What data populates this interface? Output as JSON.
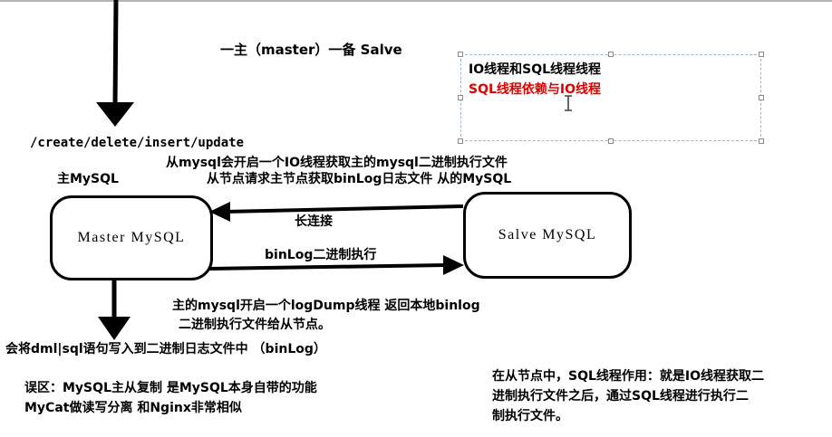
{
  "heading": {
    "text": "一主（master）一备 Salve"
  },
  "selection_box": {
    "line1": "IO线程和SQL线程线程",
    "line2": "SQL线程依赖与IO线程",
    "line2_color": "#e00000"
  },
  "left_labels": {
    "crud": "/create/delete/insert/update",
    "master_tag": "主MySQL"
  },
  "replication_notes": {
    "io_line1": "从mysql会开启一个IO线程获取主的mysql二进制执行文件",
    "io_line2": "从节点请求主节点获取binLog日志文件 从的MySQL",
    "long_conn": "长连接",
    "binlog_exec": "binLog二进制执行",
    "logdump_line1": "主的mysql开启一个logDump线程 返回本地binlog",
    "logdump_line2": "二进制执行文件给从节点。"
  },
  "nodes": {
    "master": "Master MySQL",
    "slave": "Salve MySQL"
  },
  "bottom_notes": {
    "dml": "会将dml|sql语句写入到二进制日志文件中 （binLog）",
    "misconception1": "误区：MySQL主从复制 是MySQL本身自带的功能",
    "misconception2": "MyCat做读写分离 和Nginx非常相似",
    "sql_thread1": "在从节点中，SQL线程作用：就是IO线程获取二",
    "sql_thread2": "进制执行文件之后，通过SQL线程进行执行二",
    "sql_thread3": "制执行文件。"
  },
  "colors": {
    "ink": "#000000",
    "red": "#e00000",
    "selection_border": "#9fb4c6"
  }
}
